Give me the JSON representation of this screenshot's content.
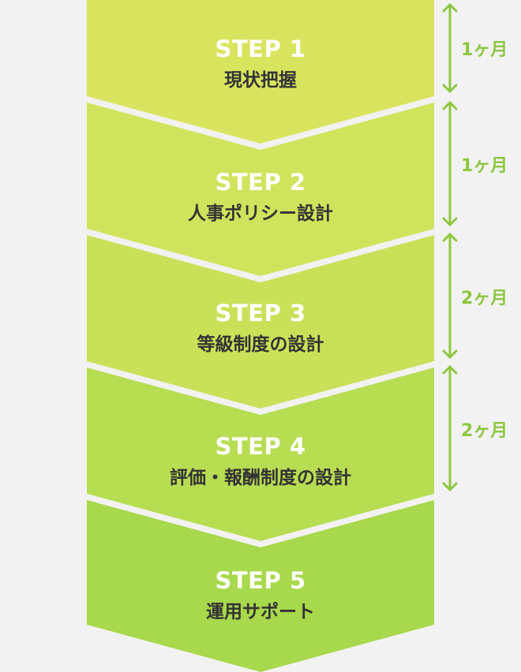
{
  "steps": [
    {
      "label": "STEP 1",
      "name": "現状把握"
    },
    {
      "label": "STEP 2",
      "name": "人事ポリシー設計"
    },
    {
      "label": "STEP 3",
      "name": "等級制度の設計"
    },
    {
      "label": "STEP 4",
      "name": "評価・報酬制度の設計"
    },
    {
      "label": "STEP 5",
      "name": "運用サポート"
    }
  ],
  "durations": [
    {
      "text": "1ヶ月"
    },
    {
      "text": "1ヶ月"
    },
    {
      "text": "2ヶ月"
    },
    {
      "text": "2ヶ月"
    }
  ],
  "colors": {
    "background": "#f2f2f2",
    "step_fills": [
      "#d9e45e",
      "#d1e35c",
      "#c9e159",
      "#b7dd52",
      "#a8d84b"
    ],
    "separator": "#f2f2f2",
    "step_label": "#ffffff",
    "step_name": "#333333",
    "arrow": "#8dc63f",
    "duration_text": "#8dc63f"
  }
}
